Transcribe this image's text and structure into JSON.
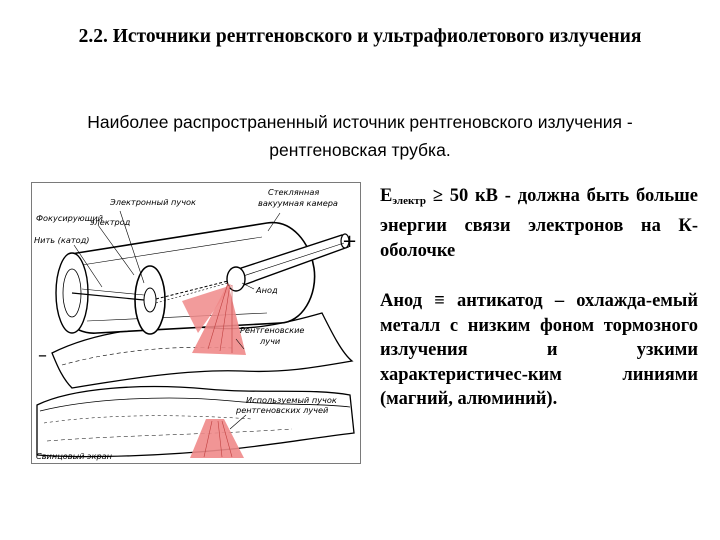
{
  "slide": {
    "title": "2.2. Источники рентгеновского и ультрафиолетового излучения",
    "subtitle": "Наиболее распространенный источник рентгеновского излучения - рентгеновская трубка."
  },
  "figure": {
    "labels": {
      "electron_beam": "Электронный пучок",
      "vacuum_chamber_line1": "Стеклянная",
      "vacuum_chamber_line2": "вакуумная камера",
      "focusing_electrode_line1": "Фокусирующий",
      "focusing_electrode_line2": "электрод",
      "filament": "Нить (катод)",
      "anode": "Анод",
      "xray_beam_line1": "Рентгеновские",
      "xray_beam_line2": "лучи",
      "used_beam_line1": "Используемый пучок",
      "used_beam_line2": "рентгеновских лучей",
      "lead_shield": "Свинцовый экран",
      "plus": "+",
      "minus": "–"
    },
    "beam_color": "#f08a8a"
  },
  "text": {
    "energy_symbol": "E",
    "energy_subscript": "электр",
    "energy_condition": " ≥ 50 кВ - должна быть больше энергии связи электронов на К-оболочке",
    "anode_part1": "Анод ≡ антикатод – охлажда-емый металл с ",
    "anode_highlight": "низким фоном",
    "anode_part2": " тормозного излучения и узкими характеристичес-ким линиями (магний, алюминий)."
  }
}
